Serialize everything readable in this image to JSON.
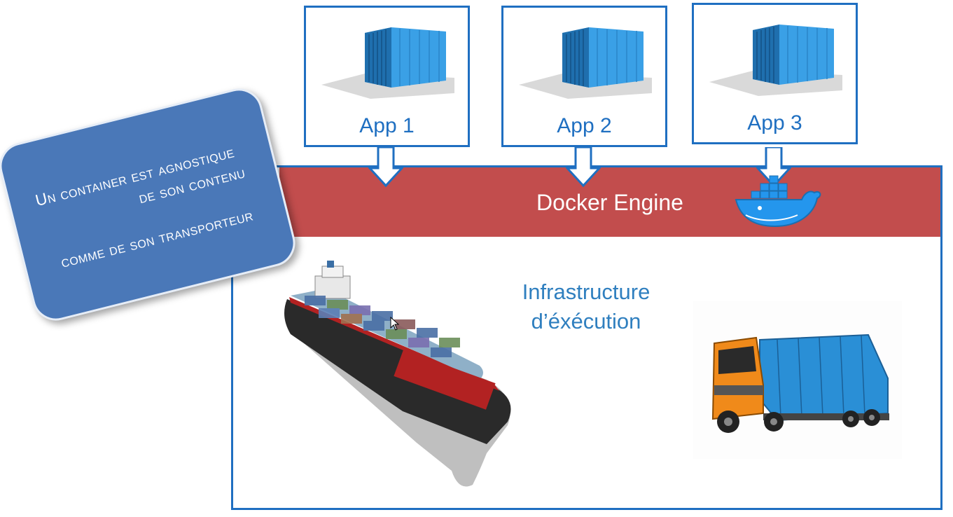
{
  "apps": [
    {
      "label": "App 1",
      "icon": "shipping-container-icon"
    },
    {
      "label": "App 2",
      "icon": "shipping-container-icon"
    },
    {
      "label": "App 3",
      "icon": "shipping-container-icon"
    }
  ],
  "engine": {
    "label": "Docker Engine",
    "icon": "docker-whale-icon"
  },
  "infrastructure": {
    "line1": "Infrastructure",
    "line2": "d’éxécution"
  },
  "note": {
    "line1": "Un container est agnostique",
    "line2": "de son contenu",
    "line3": "comme de son transporteur"
  },
  "colors": {
    "border": "#1f6fc1",
    "engine_band": "#c24d4d",
    "note_card": "#4a78b8",
    "container": "#2a8fd6"
  }
}
